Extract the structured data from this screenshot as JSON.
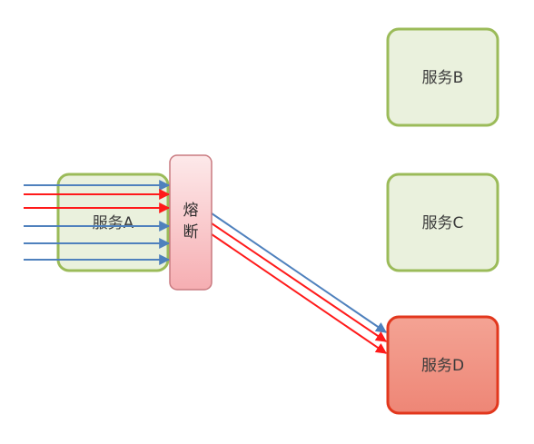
{
  "services": {
    "a": {
      "label": "服务A"
    },
    "b": {
      "label": "服务B"
    },
    "c": {
      "label": "服务C"
    },
    "d": {
      "label": "服务D"
    }
  },
  "breaker": {
    "line1": "熔",
    "line2": "断"
  },
  "colors": {
    "healthy_fill": "#eaf1dd",
    "healthy_border": "#9bbb59",
    "failed_fill": "#f19585",
    "failed_border": "#e2371d",
    "breaker_fill_top": "#fde9ea",
    "breaker_fill_bottom": "#f6aeb2",
    "breaker_border": "#c97a80",
    "arrow_blue": "#4f81bd",
    "arrow_red": "#ff1a1a"
  }
}
